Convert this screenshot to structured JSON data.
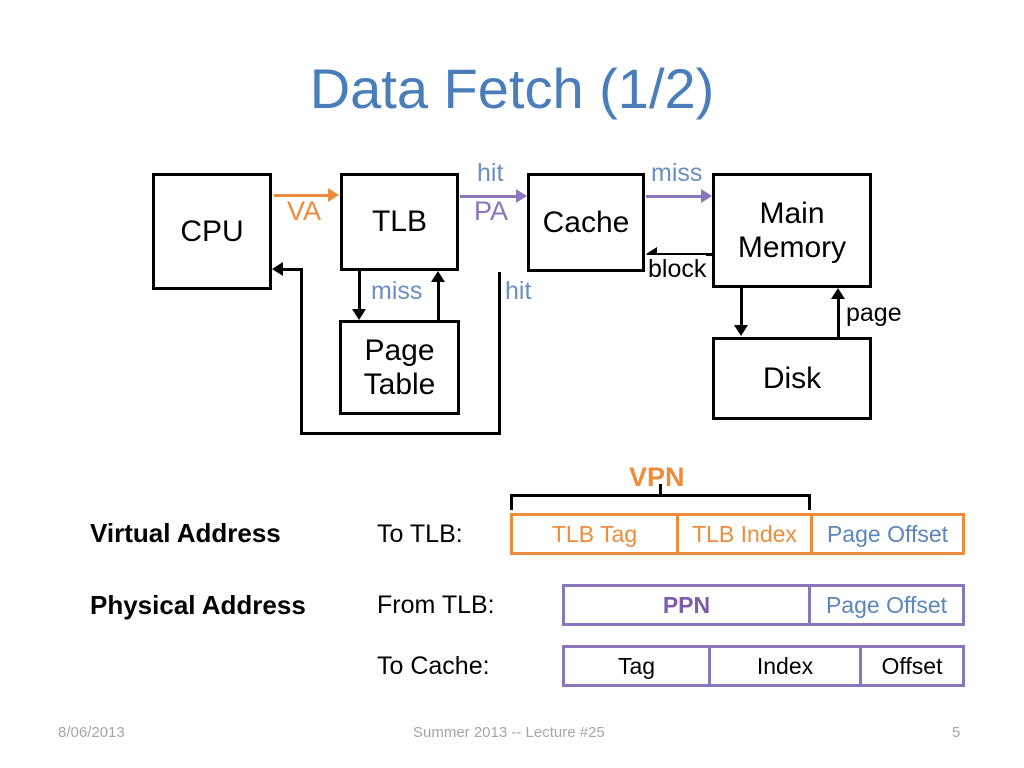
{
  "slide": {
    "title": "Data Fetch (1/2)",
    "title_color": "#4a7ebb"
  },
  "diagram": {
    "boxes": {
      "cpu": "CPU",
      "tlb": "TLB",
      "page_table_line1": "Page",
      "page_table_line2": "Table",
      "cache": "Cache",
      "main_memory_line1": "Main",
      "main_memory_line2": "Memory",
      "disk": "Disk"
    },
    "edge_labels": {
      "va": "VA",
      "pa": "PA",
      "tlb_hit": "hit",
      "tlb_miss": "miss",
      "pt_hit": "hit",
      "cache_miss": "miss",
      "block": "block",
      "page": "page"
    },
    "colors": {
      "va": "#ed8c3b",
      "pa": "#8b75bd",
      "hit_miss": "#6a8fc0",
      "box_border": "#000000"
    }
  },
  "address_formats": {
    "virtual": {
      "label": "Virtual Address",
      "sub": "To TLB:",
      "bracket_label": "VPN",
      "accent": "#ed8c3b",
      "fields": [
        {
          "text": "TLB Tag",
          "tone": "t-orange"
        },
        {
          "text": "TLB Index",
          "tone": "t-orange"
        },
        {
          "text": "Page Offset",
          "tone": "t-blue"
        }
      ]
    },
    "physical": {
      "label": "Physical Address",
      "sub": "From TLB:",
      "accent": "#8b75bd",
      "fields": [
        {
          "text": "PPN",
          "tone": "t-purple"
        },
        {
          "text": "Page Offset",
          "tone": "t-blue"
        }
      ]
    },
    "to_cache": {
      "sub": "To Cache:",
      "accent": "#8b75bd",
      "fields": [
        {
          "text": "Tag",
          "tone": "t-black"
        },
        {
          "text": "Index",
          "tone": "t-black"
        },
        {
          "text": "Offset",
          "tone": "t-black"
        }
      ]
    }
  },
  "footer": {
    "date": "8/06/2013",
    "center": "Summer 2013 -- Lecture #25",
    "page_number": "5"
  }
}
